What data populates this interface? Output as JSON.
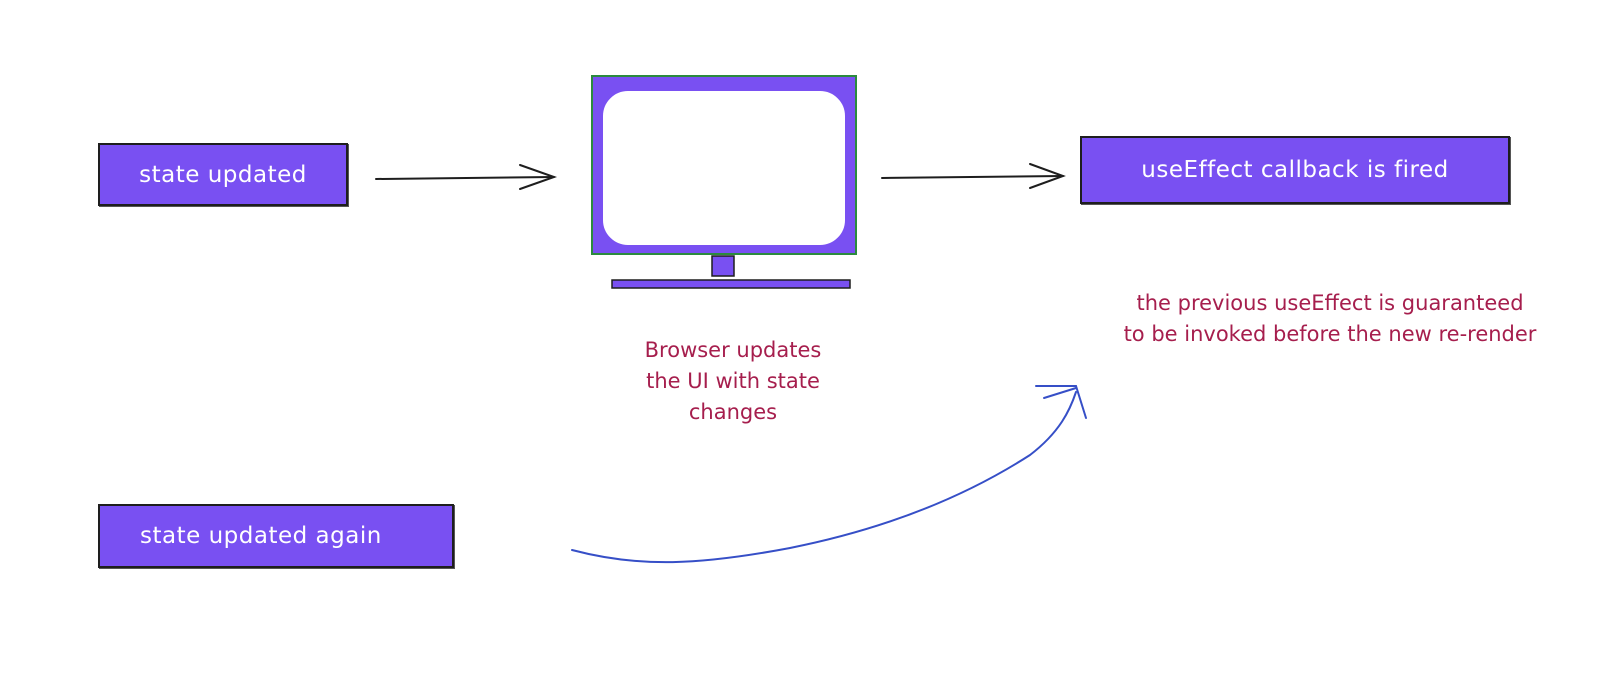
{
  "boxes": {
    "state_updated": "state updated",
    "useeffect_fired": "useEffect callback is fired",
    "state_updated_again": "state updated again"
  },
  "notes": {
    "browser_line1": "Browser updates",
    "browser_line2": "the UI with state",
    "browser_line3": "changes",
    "previous_line1": "the previous useEffect is guaranteed",
    "previous_line2": "to be invoked before the new re-render"
  },
  "colors": {
    "box_fill": "#7950f2",
    "note_text": "#a61e4d",
    "curve_arrow": "#364fc7",
    "arrow": "#1e1e1e",
    "monitor_outline": "#2b8a3e"
  },
  "icons": {
    "monitor": "monitor-icon"
  }
}
